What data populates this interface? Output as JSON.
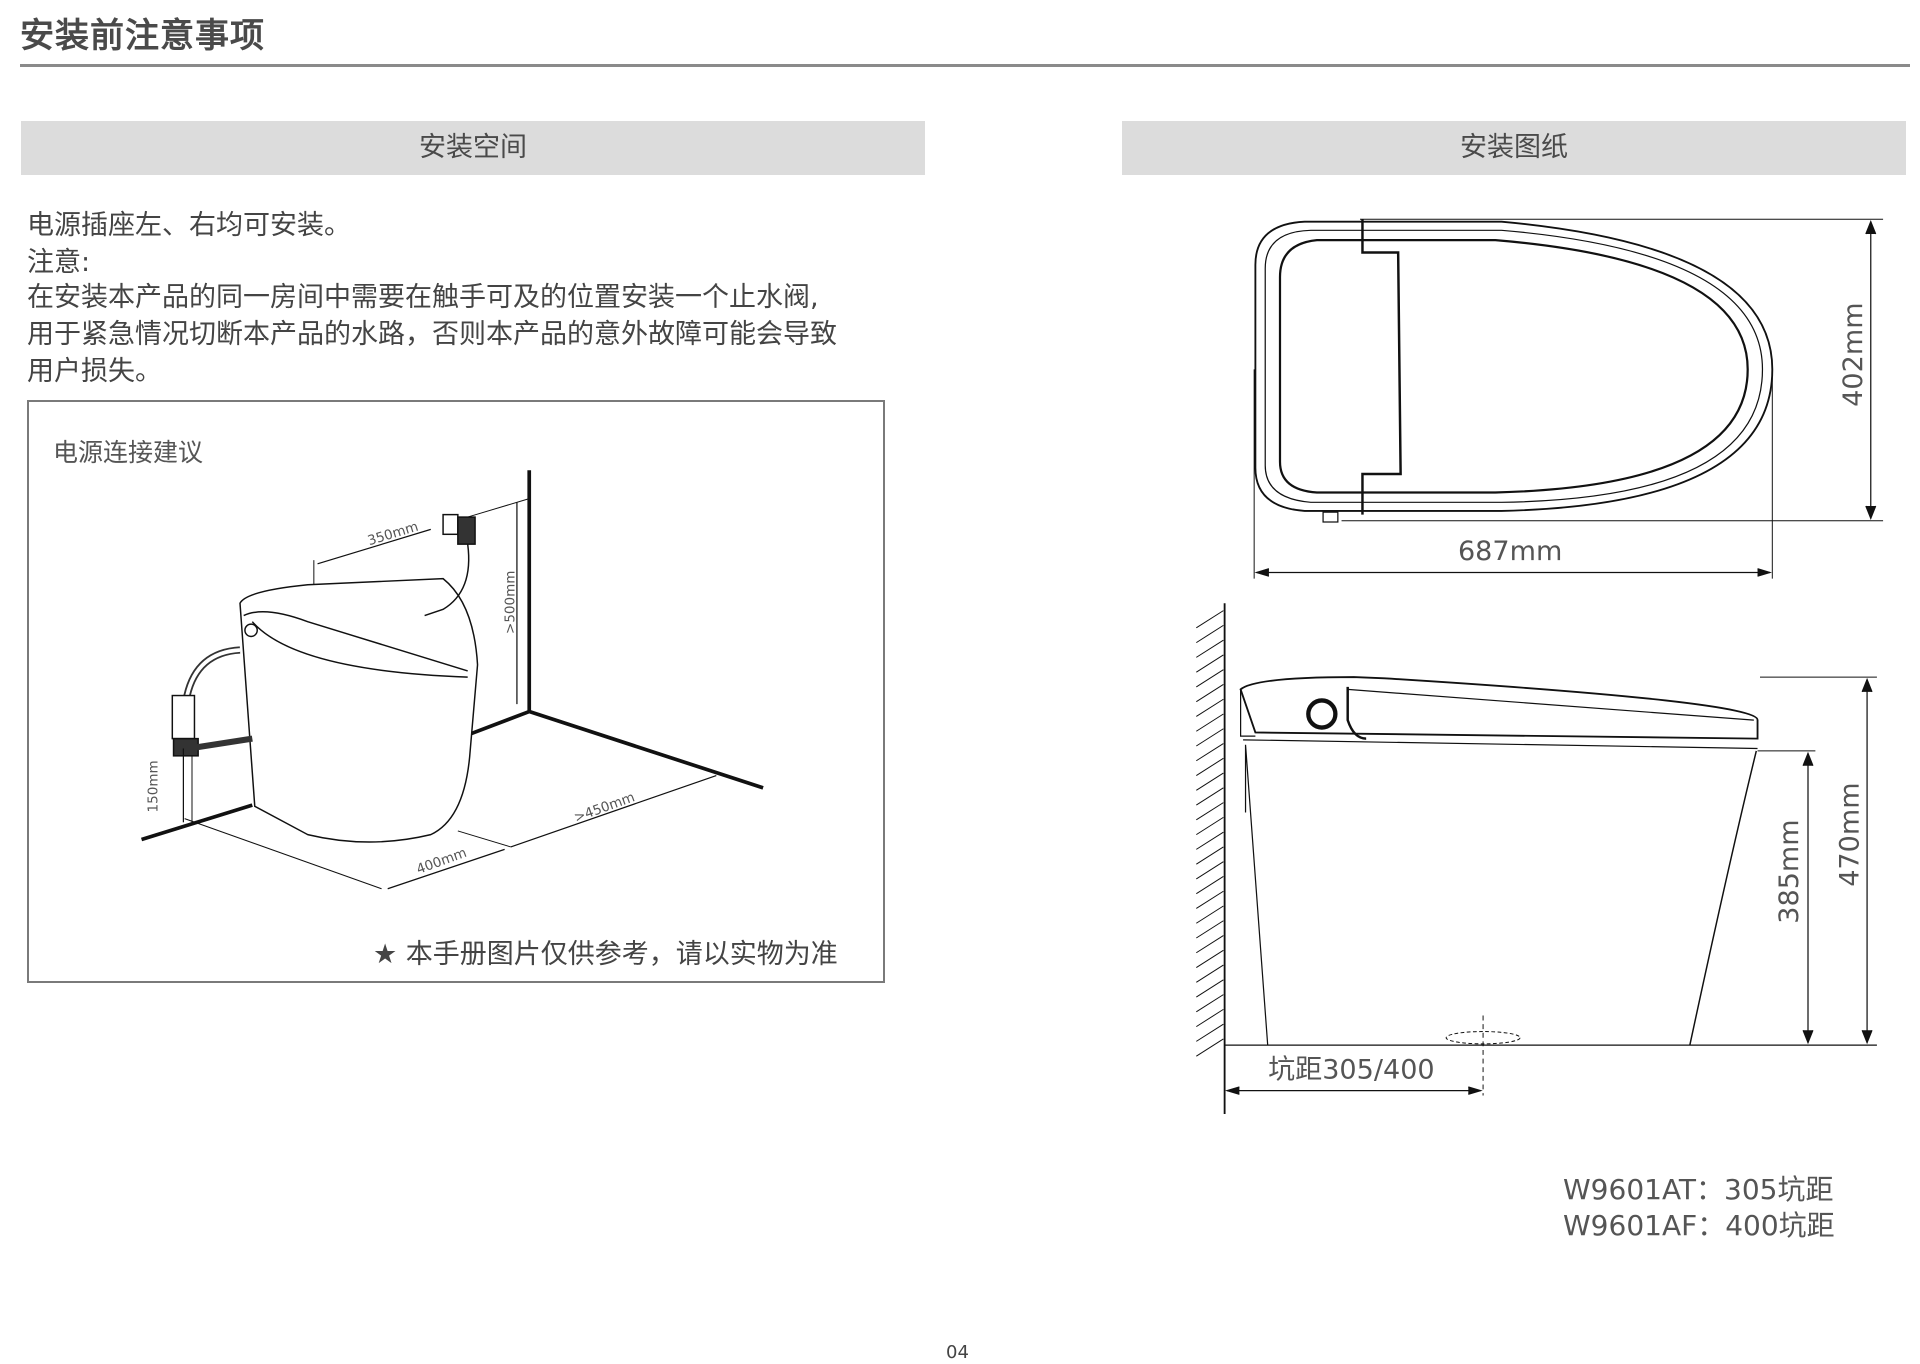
{
  "header": {
    "title": "安装前注意事项"
  },
  "left": {
    "section_title": "安装空间",
    "lines": [
      "电源插座左、右均可安装。",
      "注意:",
      "在安装本产品的同一房间中需要在触手可及的位置安装一个止水阀,",
      "用于紧急情况切断本产品的水路，否则本产品的意外故障可能会导致",
      "用户损失。"
    ],
    "diagram": {
      "title": "电源连接建议",
      "dims": {
        "socket_offset": "350mm",
        "socket_height": ">500mm",
        "valve_height": "150mm",
        "width": "400mm",
        "front_clearance": ">450mm"
      },
      "note": "★ 本手册图片仅供参考，请以实物为准"
    }
  },
  "right": {
    "section_title": "安装图纸",
    "top_view": {
      "depth": "402mm",
      "length": "687mm"
    },
    "side_view": {
      "total_height": "470mm",
      "seat_height": "385mm",
      "rough_in": "坑距305/400"
    },
    "models": [
      "W9601AT：305坑距",
      "W9601AF：400坑距"
    ]
  },
  "footer": {
    "page_number": "04"
  }
}
